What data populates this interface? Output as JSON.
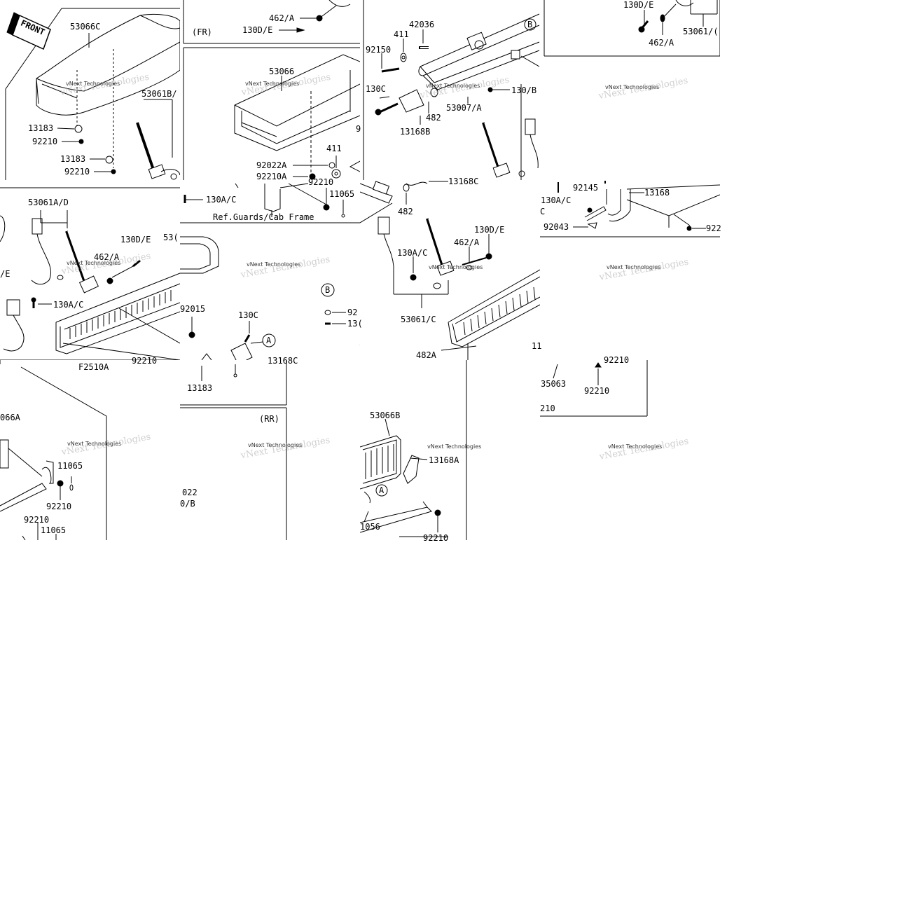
{
  "front_label": "FRONT",
  "watermark_small": "vNext Technologies",
  "watermark_big": "vNext Technologies",
  "tiles": {
    "t1": {
      "labels": [
        "53066C",
        "13183",
        "92210",
        "13183",
        "92210",
        "53061B/"
      ]
    },
    "t2": {
      "labels": [
        "462/A",
        "130D/E",
        "(FR)"
      ]
    },
    "t3": {
      "labels": [
        "53066",
        "92022A",
        "92210A",
        "92210",
        "411",
        "11065",
        "130A/C",
        "Ref.Guards/Cab Frame",
        "9"
      ]
    },
    "t4": {
      "labels": [
        "42036",
        "411",
        "92150",
        "130C",
        "482",
        "13168B",
        "53007/A",
        "130/B",
        "B"
      ]
    },
    "t5": {
      "labels": [
        "130D/E",
        "462/A",
        "53061/("
      ]
    },
    "t6": {
      "labels": [
        "53061A/D",
        "130D/E",
        "462/A",
        "130A/C",
        "/E",
        "92015",
        "F2510A",
        "92210",
        "53("
      ]
    },
    "t7": {
      "labels": [
        "130C",
        "A",
        "13183",
        "13168C",
        "B",
        "92",
        "13("
      ]
    },
    "t8": {
      "labels": [
        "13168C",
        "482",
        "130D/E",
        "462/A",
        "130A/C",
        "53061/C",
        "482A"
      ]
    },
    "t9": {
      "labels": [
        "92145",
        "13168",
        "130A/C",
        "C",
        "92043",
        "922"
      ]
    },
    "t10": {
      "labels": [
        "11",
        "35063",
        "92210",
        "92210",
        "210"
      ]
    },
    "t11": {
      "labels": [
        "066A",
        "11065",
        "92210",
        "92210",
        "11065"
      ]
    },
    "t12": {
      "labels": [
        "(RR)",
        "022",
        "0/B"
      ]
    },
    "t13": {
      "labels": [
        "53066B",
        "13168A",
        "A",
        "1056",
        "92210"
      ]
    }
  }
}
